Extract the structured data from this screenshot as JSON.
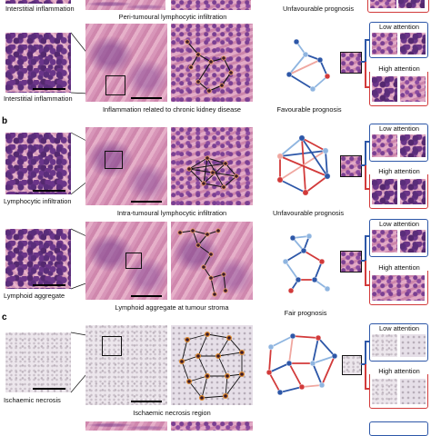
{
  "panel_letters": [
    "b",
    "c"
  ],
  "captions": {
    "row0_left": "Interstitial inflammation",
    "row0_mid": "Peri-tumoural lymphocytic infiltration",
    "row0_prognosis": "Unfavourable prognosis",
    "row1_left": "Interstitial inflammation",
    "row1_mid": "Inflammation related to chronic kidney disease",
    "row1_prognosis": "Favourable prognosis",
    "row2_left": "Lymphocytic infiltration",
    "row2_mid": "Intra-tumoural lymphocytic infiltration",
    "row2_prognosis": "Unfavourable prognosis",
    "row3_left": "Lymphoid aggregate",
    "row3_mid": "Lymphoid aggregate at tumour stroma",
    "row3_prognosis": "Fair prognosis",
    "row4_left": "Ischaemic necrosis",
    "row4_mid": "Ischaemic necrosis region"
  },
  "attention": {
    "low": "Low attention",
    "high": "High attention"
  },
  "colors": {
    "blue": "#2d57a8",
    "light_blue": "#8fb5e0",
    "red": "#d23a3a",
    "pink": "#f0a7a0",
    "orange_node": "#e08a2c"
  }
}
